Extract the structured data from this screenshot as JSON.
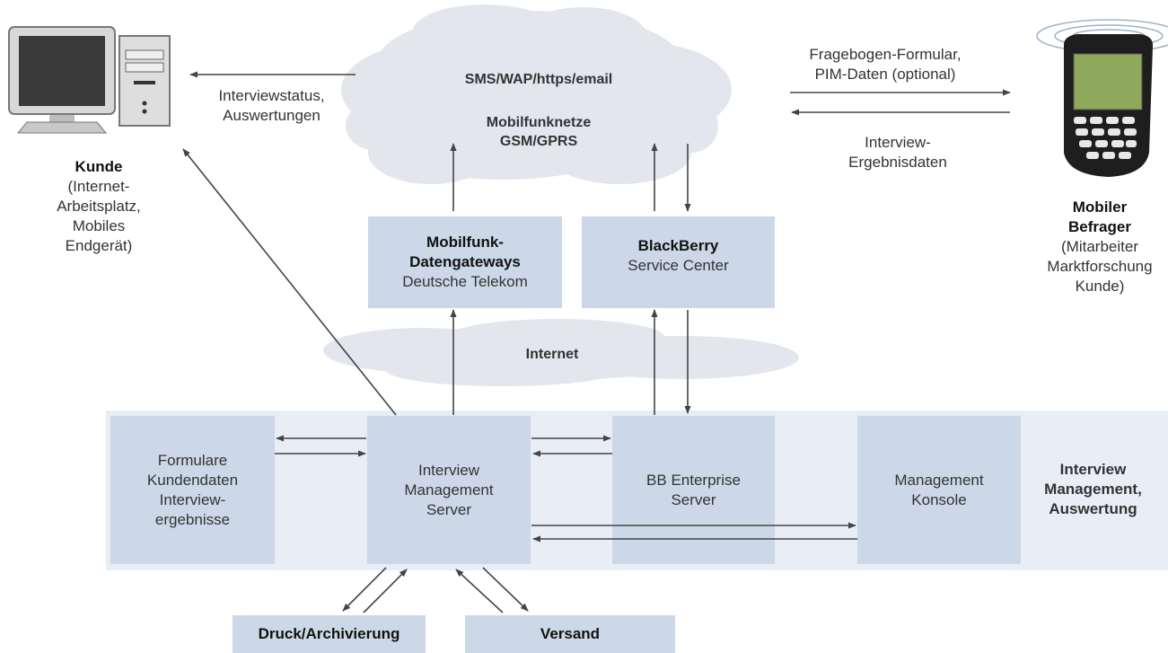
{
  "cloud_top": {
    "protocols": "SMS/WAP/https/email",
    "networks_line1": "Mobilfunknetze",
    "networks_line2": "GSM/GPRS"
  },
  "cloud_internet": {
    "label": "Internet"
  },
  "left_flow": {
    "line1": "Interviewstatus,",
    "line2": "Auswertungen"
  },
  "right_flow_out": {
    "line1": "Fragebogen-Formular,",
    "line2": "PIM-Daten (optional)"
  },
  "right_flow_in": {
    "line1": "Interview-",
    "line2": "Ergebnisdaten"
  },
  "kunde": {
    "title": "Kunde",
    "line1": "(Internet-",
    "line2": "Arbeitsplatz,",
    "line3": "Mobiles",
    "line4": "Endgerät)"
  },
  "befrager": {
    "title1": "Mobiler",
    "title2": "Befrager",
    "line1": "(Mitarbeiter",
    "line2": "Marktforschung",
    "line3": "Kunde)"
  },
  "gateway": {
    "title1": "Mobilfunk-",
    "title2": "Datengateways",
    "sub": "Deutsche Telekom"
  },
  "blackberry": {
    "title": "BlackBerry",
    "sub": "Service Center"
  },
  "formulare": {
    "line1": "Formulare",
    "line2": "Kundendaten",
    "line3": "Interview-",
    "line4": "ergebnisse"
  },
  "ims": {
    "line1": "Interview",
    "line2": "Management",
    "line3": "Server"
  },
  "bes": {
    "line1": "BB Enterprise",
    "line2": "Server"
  },
  "konsole": {
    "line1": "Management",
    "line2": "Konsole"
  },
  "band_label": {
    "line1": "Interview",
    "line2": "Management,",
    "line3": "Auswertung"
  },
  "druck": {
    "label": "Druck/Archivierung"
  },
  "versand": {
    "label": "Versand"
  },
  "colors": {
    "box": "#ccd8e8",
    "band": "#e8edf6",
    "cloud": "#e3e6ec",
    "arrow": "#444444"
  }
}
